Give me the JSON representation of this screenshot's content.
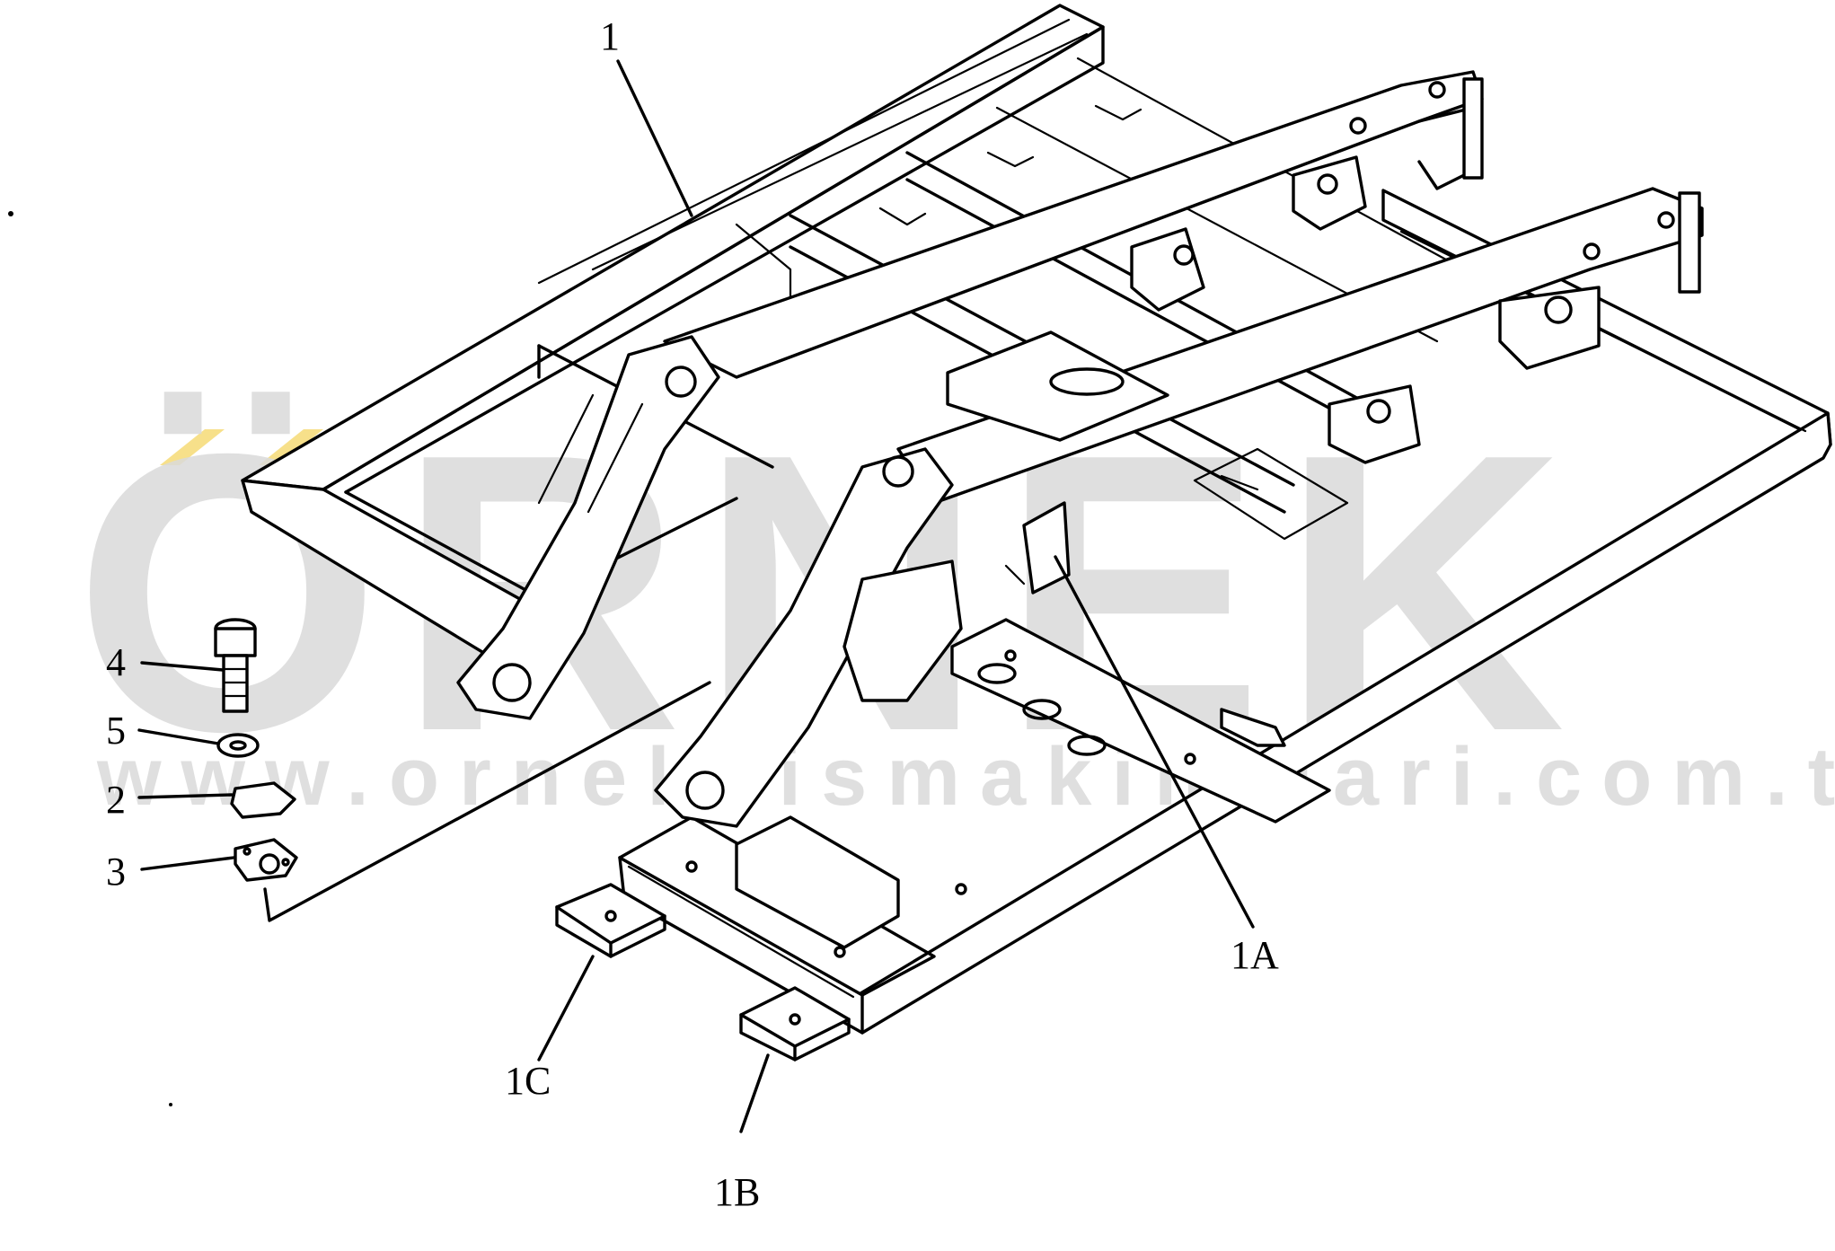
{
  "watermark": {
    "brand": "ÖRNEK",
    "url": "www.orneksismakinalari.com.tr",
    "color": "#d9d9d9",
    "accent_color": "#f7e08a"
  },
  "callouts": {
    "frame": "1",
    "bracket_a": "1A",
    "bracket_b": "1B",
    "bracket_c": "1C",
    "bolt": "4",
    "washer": "5",
    "gasket": "2",
    "cover_plate": "3"
  },
  "colors": {
    "line": "#000000",
    "background": "#ffffff"
  }
}
